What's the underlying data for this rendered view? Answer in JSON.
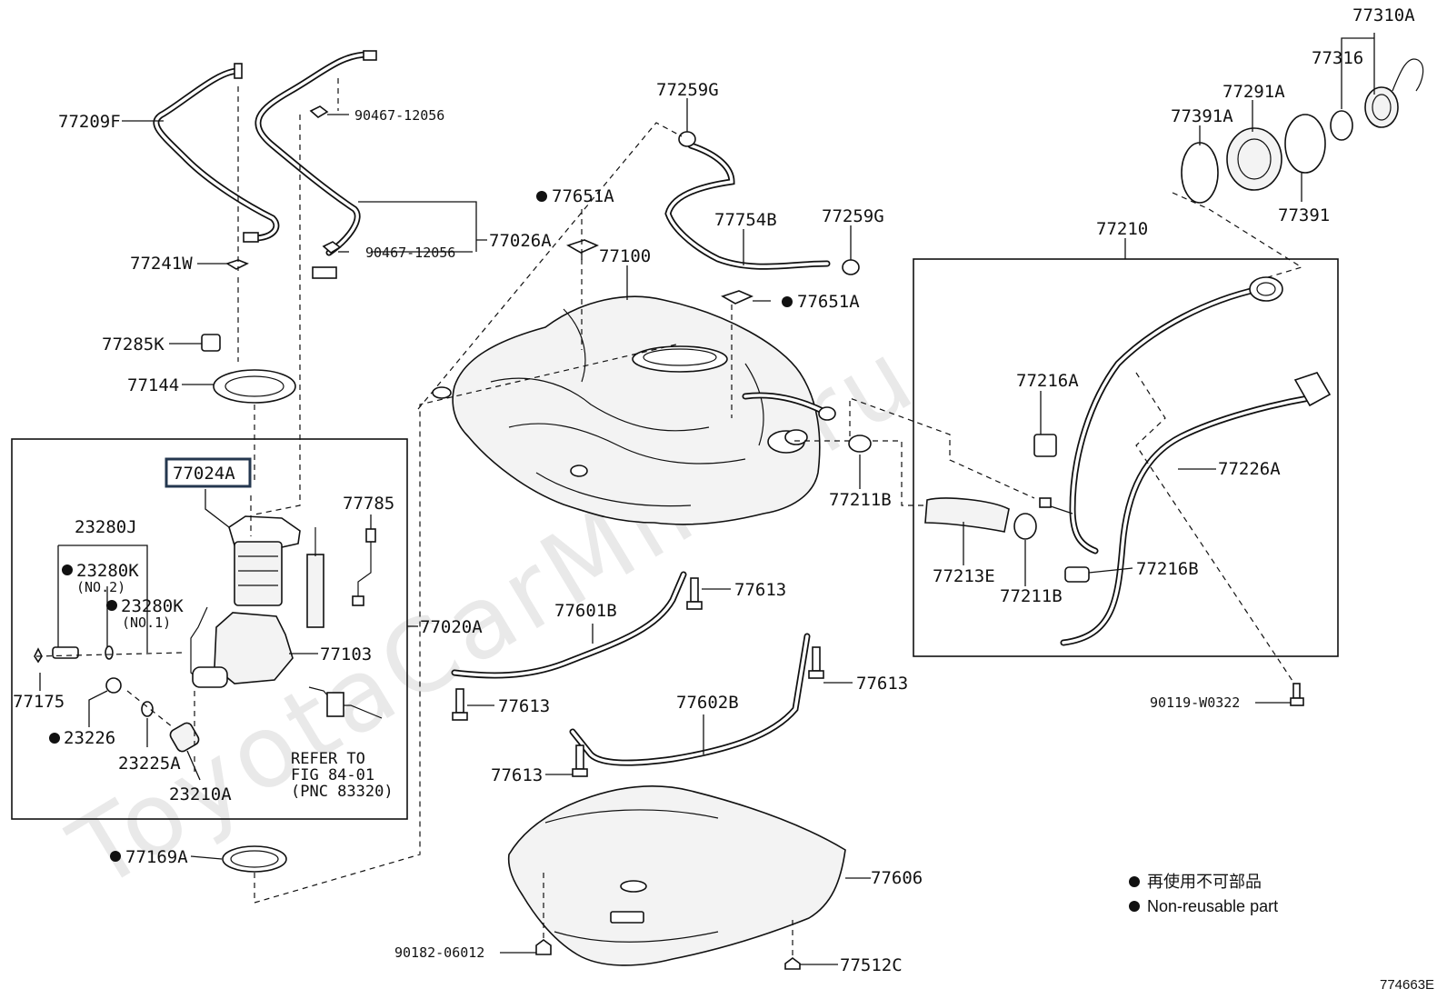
{
  "watermark": "ToyotaCarMine.ru",
  "figure_number": "774663E",
  "legend": {
    "line1": "再使用不可部品",
    "line2": "Non-reusable part"
  },
  "refer_note": {
    "line1": "REFER TO",
    "line2": "FIG 84-01",
    "line3": "(PNC 83320)"
  },
  "labels": {
    "p77310A": "77310A",
    "p77316": "77316",
    "p77291A": "77291A",
    "p77391A": "77391A",
    "p77391": "77391",
    "p77210": "77210",
    "p77259G_top": "77259G",
    "p77259G_right": "77259G",
    "p77754B": "77754B",
    "p77651A_top": "77651A",
    "p77651A_mid": "77651A",
    "p77100": "77100",
    "p77209F": "77209F",
    "p90467_12056_top": "90467-12056",
    "p90467_12056_mid": "90467-12056",
    "p77026A": "77026A",
    "p77241W": "77241W",
    "p77285K": "77285K",
    "p77144": "77144",
    "p77024A": "77024A",
    "p77785": "77785",
    "p23280J": "23280J",
    "p23280K_no2": "23280K",
    "no2": "(NO.2)",
    "p23280K_no1": "23280K",
    "no1": "(NO.1)",
    "p77020A": "77020A",
    "p77103": "77103",
    "p77175": "77175",
    "p23226": "23226",
    "p23225A": "23225A",
    "p23210A": "23210A",
    "p77169A": "77169A",
    "p77216A": "77216A",
    "p77226A": "77226A",
    "p77211B_mid": "77211B",
    "p77211B_box": "77211B",
    "p77213E": "77213E",
    "p77216B": "77216B",
    "p77613_a": "77613",
    "p77613_b": "77613",
    "p77613_c": "77613",
    "p77613_d": "77613",
    "p77601B": "77601B",
    "p77602B": "77602B",
    "p90119_W0322": "90119-W0322",
    "p77606": "77606",
    "p90182_06012": "90182-06012",
    "p77512C": "77512C"
  }
}
